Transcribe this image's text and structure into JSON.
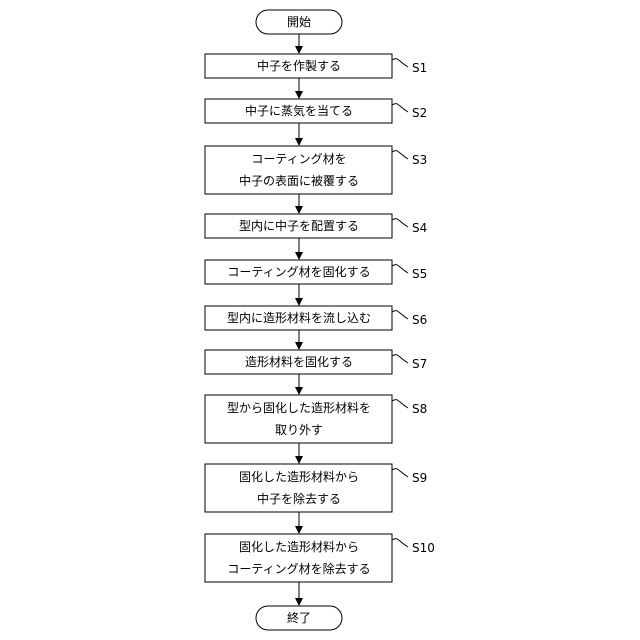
{
  "start": {
    "label": "開始"
  },
  "end": {
    "label": "終了"
  },
  "steps": [
    {
      "id": "S1",
      "lines": [
        "中子を作製する"
      ]
    },
    {
      "id": "S2",
      "lines": [
        "中子に蒸気を当てる"
      ]
    },
    {
      "id": "S3",
      "lines": [
        "コーティング材を",
        "中子の表面に被覆する"
      ]
    },
    {
      "id": "S4",
      "lines": [
        "型内に中子を配置する"
      ]
    },
    {
      "id": "S5",
      "lines": [
        "コーティング材を固化する"
      ]
    },
    {
      "id": "S6",
      "lines": [
        "型内に造形材料を流し込む"
      ]
    },
    {
      "id": "S7",
      "lines": [
        "造形材料を固化する"
      ]
    },
    {
      "id": "S8",
      "lines": [
        "型から固化した造形材料を",
        "取り外す"
      ]
    },
    {
      "id": "S9",
      "lines": [
        "固化した造形材料から",
        "中子を除去する"
      ]
    },
    {
      "id": "S10",
      "lines": [
        "固化した造形材料から",
        "コーティング材を除去する"
      ]
    }
  ]
}
